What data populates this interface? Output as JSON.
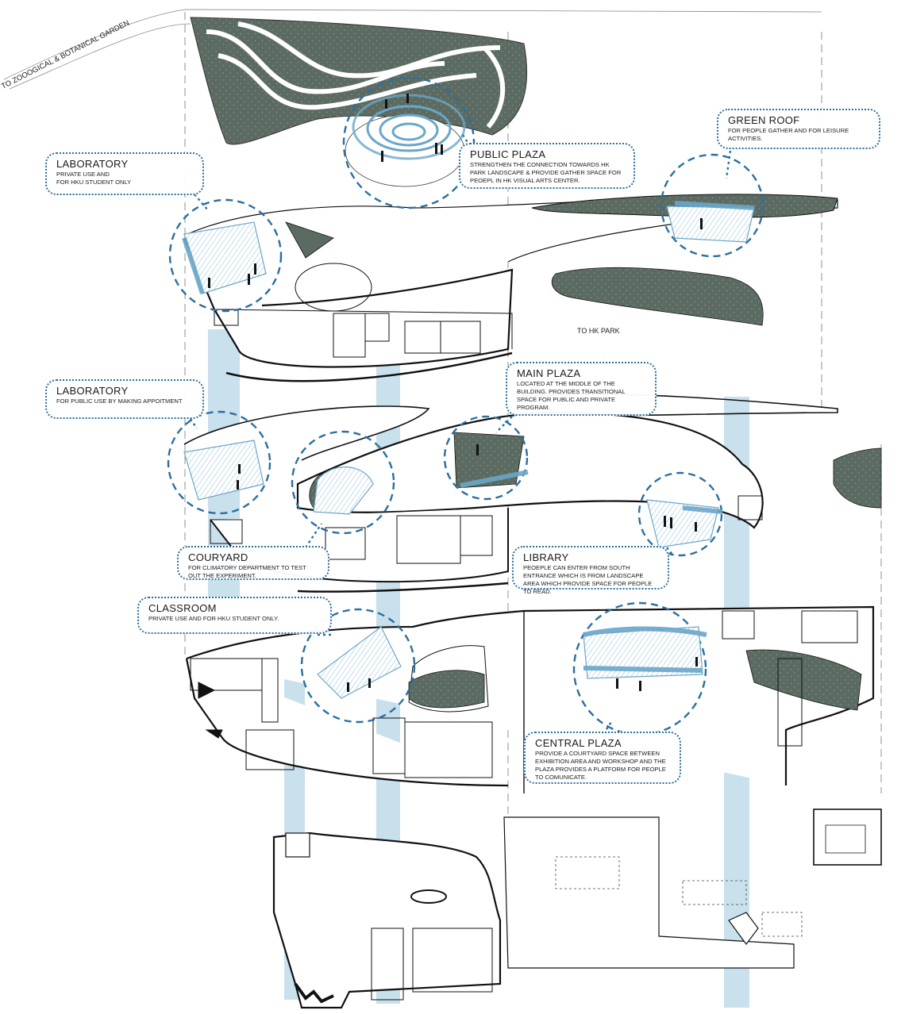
{
  "labels": {
    "to_zoo": "TO ZOOOGICAL & BOTANICAL GARDEN",
    "to_park": "TO HK PARK"
  },
  "callouts": {
    "public_plaza": {
      "title": "PUBLIC PLAZA",
      "desc": "STRENGTHEN THE CONNECTION TOWARDS HK PARK LANDSCAPE & PROVIDE GATHER SPACE FOR PEOEPL IN HK VISUAL ARTS CENTER."
    },
    "green_roof": {
      "title": "GREEN ROOF",
      "desc": "FOR PEOPLE GATHER AND FOR LEISURE ACTIVITIES."
    },
    "laboratory_private": {
      "title": "LABORATORY",
      "desc": "PRIVATE USE AND\nFOR HKU STUDENT ONLY"
    },
    "main_plaza": {
      "title": "MAIN PLAZA",
      "desc": "LOCATED AT THE MIDDLE OF THE BUILDING. PROVIDES TRANSITIONAL SPACE FOR PUBLIC AND PRIVATE PROGRAM."
    },
    "laboratory_public": {
      "title": "LABORATORY",
      "desc": "FOR PUBLIC USE BY MAKING APPOITMENT"
    },
    "couryard": {
      "title": "COURYARD",
      "desc": "FOR CLIMATORY DEPARTMENT TO TEST OUT THE EXPERIMENT."
    },
    "library": {
      "title": "LIBRARY",
      "desc": "PEOEPLE CAN ENTER FROM SOUTH ENTRANCE WHICH IS FROM LANDSCAPE AREA WHICH PROVIDE SPACE FOR PEOPLE TO READ."
    },
    "classroom": {
      "title": "CLASSROOM",
      "desc": "PRIVATE USE AND FOR HKU STUDENT ONLY."
    },
    "central_plaza": {
      "title": "CENTRAL PLAZA",
      "desc": "PROVIDE A COURTYARD SPACE BETWEEN EXHIBITION AREA AND WORKSHOP AND THE PLAZA PROVIDES A PLATFORM FOR PEOPLE TO COMUNICATE."
    }
  },
  "colors": {
    "accent": "#2a6f9e",
    "light_blue": "#9cc6de",
    "green": "#5c6b62",
    "line": "#111111"
  }
}
